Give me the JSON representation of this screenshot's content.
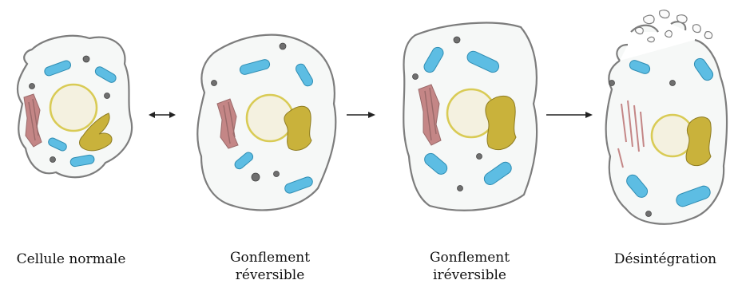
{
  "stages": [
    {
      "id": "normal",
      "label_lines": [
        "Cellule normale"
      ]
    },
    {
      "id": "reversible",
      "label_lines": [
        "Gonflement",
        "réversible"
      ]
    },
    {
      "id": "irreversible",
      "label_lines": [
        "Gonflement",
        "iréversible"
      ]
    },
    {
      "id": "disintegration",
      "label_lines": [
        "Désintégration"
      ]
    }
  ],
  "transitions": [
    {
      "from": "normal",
      "to": "reversible",
      "style": "double-headed"
    },
    {
      "from": "reversible",
      "to": "irreversible",
      "style": "single-headed"
    },
    {
      "from": "irreversible",
      "to": "disintegration",
      "style": "single-headed"
    }
  ],
  "colors": {
    "membrane": "#7d7d7d",
    "cytoplasm": "#f6f8f7",
    "nucleus_fill": "#f4f1e0",
    "nucleus_ring": "#d9cb55",
    "mitochondria": "#5dbde3",
    "golgi": "#c9b23b",
    "er": "#c48686",
    "vesicle": "#6f6f6f",
    "arrow": "#222222"
  }
}
